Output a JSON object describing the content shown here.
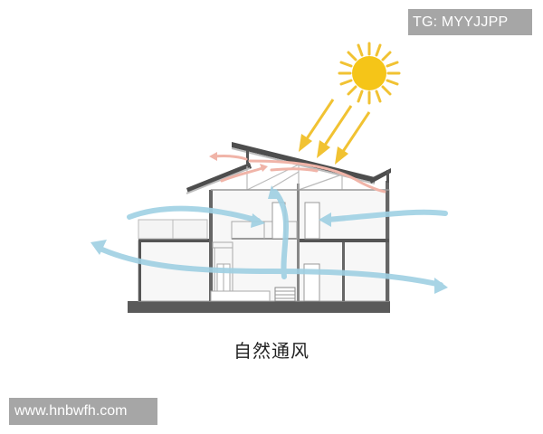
{
  "watermarks": {
    "top_right": "TG: MYYJJPP",
    "bottom_left": "www.hnbwfh.com"
  },
  "caption": "自然通风",
  "diagram": {
    "subject": "house-section",
    "elements": [
      "sun",
      "sun-rays-arrows",
      "roof",
      "hot-air-flow",
      "cool-air-flow",
      "walls",
      "floors",
      "doors",
      "stairs"
    ],
    "colors": {
      "sun": "#f5c518",
      "sun_rays": "#f1c232",
      "cool_air": "#9fd0e3",
      "warm_air": "#f0b4a8",
      "structure": "#555555",
      "wall_fill": "#f7f7f7",
      "ground": "#5a5a5a"
    }
  }
}
